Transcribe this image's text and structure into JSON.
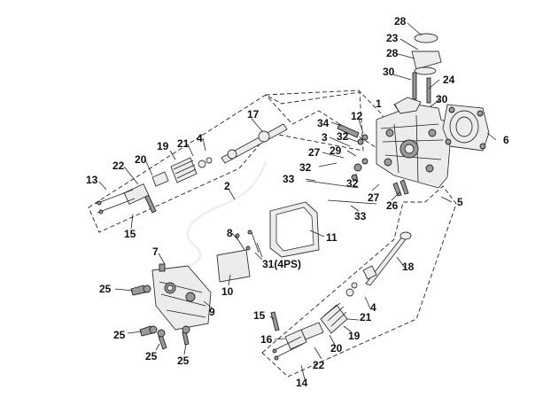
{
  "callouts": [
    {
      "key": "c28a",
      "text": "28"
    },
    {
      "key": "c23",
      "text": "23"
    },
    {
      "key": "c28b",
      "text": "28"
    },
    {
      "key": "c30a",
      "text": "30"
    },
    {
      "key": "c24",
      "text": "24"
    },
    {
      "key": "c30b",
      "text": "30"
    },
    {
      "key": "c1",
      "text": "1"
    },
    {
      "key": "c6",
      "text": "6"
    },
    {
      "key": "c17",
      "text": "17"
    },
    {
      "key": "c34",
      "text": "34"
    },
    {
      "key": "c12",
      "text": "12"
    },
    {
      "key": "c3",
      "text": "3"
    },
    {
      "key": "c32a",
      "text": "32"
    },
    {
      "key": "c27a",
      "text": "27"
    },
    {
      "key": "c29",
      "text": "29"
    },
    {
      "key": "c32b",
      "text": "32"
    },
    {
      "key": "c33a",
      "text": "33"
    },
    {
      "key": "c32c",
      "text": "32"
    },
    {
      "key": "c27b",
      "text": "27"
    },
    {
      "key": "c26",
      "text": "26"
    },
    {
      "key": "c33b",
      "text": "33"
    },
    {
      "key": "c5",
      "text": "5"
    },
    {
      "key": "c19a",
      "text": "19"
    },
    {
      "key": "c21a",
      "text": "21"
    },
    {
      "key": "c4a",
      "text": "4"
    },
    {
      "key": "c20a",
      "text": "20"
    },
    {
      "key": "c22a",
      "text": "22"
    },
    {
      "key": "c13",
      "text": "13"
    },
    {
      "key": "c15a",
      "text": "15"
    },
    {
      "key": "c2",
      "text": "2"
    },
    {
      "key": "c11",
      "text": "11"
    },
    {
      "key": "c8",
      "text": "8"
    },
    {
      "key": "c31",
      "text": "31(4PS)"
    },
    {
      "key": "c10",
      "text": "10"
    },
    {
      "key": "c7",
      "text": "7"
    },
    {
      "key": "c25a",
      "text": "25"
    },
    {
      "key": "c9",
      "text": "9"
    },
    {
      "key": "c25b",
      "text": "25"
    },
    {
      "key": "c25c",
      "text": "25"
    },
    {
      "key": "c25d",
      "text": "25"
    },
    {
      "key": "c18",
      "text": "18"
    },
    {
      "key": "c4b",
      "text": "4"
    },
    {
      "key": "c21b",
      "text": "21"
    },
    {
      "key": "c15b",
      "text": "15"
    },
    {
      "key": "c16",
      "text": "16"
    },
    {
      "key": "c20b",
      "text": "20"
    },
    {
      "key": "c19b",
      "text": "19"
    },
    {
      "key": "c22b",
      "text": "22"
    },
    {
      "key": "c14",
      "text": "14"
    }
  ]
}
